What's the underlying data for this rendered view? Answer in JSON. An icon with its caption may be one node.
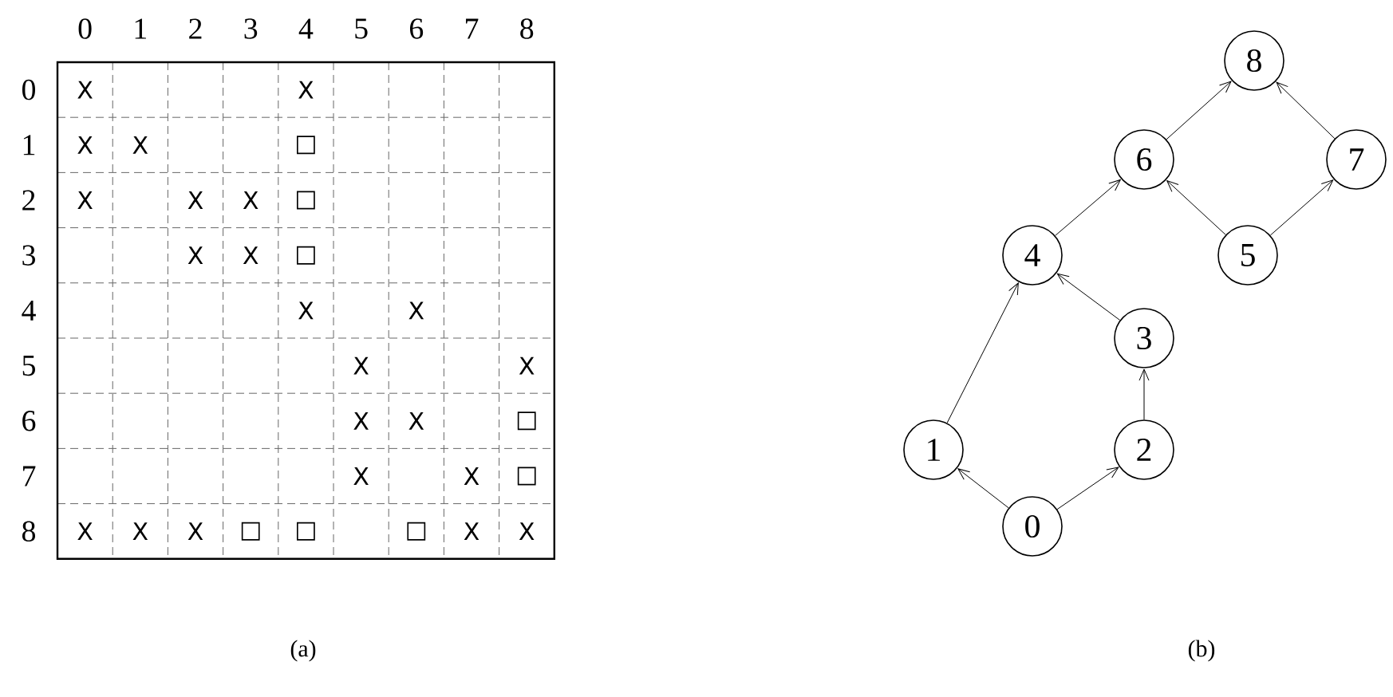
{
  "diagram": {
    "nodes": [
      {
        "text": [
          "0"
        ]
      },
      {
        "text": [
          "1"
        ]
      },
      {
        "text": [
          "2"
        ]
      },
      {
        "text": [
          "3"
        ]
      },
      {
        "text": [
          "4"
        ]
      },
      {
        "text": [
          "5"
        ]
      },
      {
        "text": [
          "6"
        ]
      },
      {
        "text": [
          "7"
        ]
      },
      {
        "text": [
          "8"
        ]
      }
    ],
    "edges": [
      {
        "from": 0,
        "to": 1,
        "arrow": "to"
      },
      {
        "from": 0,
        "to": 2,
        "arrow": "to"
      },
      {
        "from": 2,
        "to": 3,
        "arrow": "to"
      },
      {
        "from": 1,
        "to": 4,
        "arrow": "to"
      },
      {
        "from": 3,
        "to": 4,
        "arrow": "to"
      },
      {
        "from": 4,
        "to": 6,
        "arrow": "to"
      },
      {
        "from": 5,
        "to": 6,
        "arrow": "to"
      },
      {
        "from": 5,
        "to": 7,
        "arrow": "to"
      },
      {
        "from": 6,
        "to": 8,
        "arrow": "to"
      },
      {
        "from": 7,
        "to": 8,
        "arrow": "to"
      }
    ],
    "labels": [
      "0",
      "1",
      "2",
      "3",
      "4",
      "5",
      "6",
      "7",
      "8",
      "0",
      "X",
      "X",
      "1",
      "X",
      "X",
      "□",
      "2",
      "X",
      "X",
      "X",
      "□",
      "3",
      "X",
      "X",
      "□",
      "4",
      "X",
      "X",
      "5",
      "X",
      "X",
      "6",
      "X",
      "X",
      "□",
      "7",
      "X",
      "X",
      "□",
      "8",
      "X",
      "X",
      "X",
      "□",
      "□",
      "□",
      "X",
      "X",
      "(a)",
      "(b)"
    ]
  }
}
